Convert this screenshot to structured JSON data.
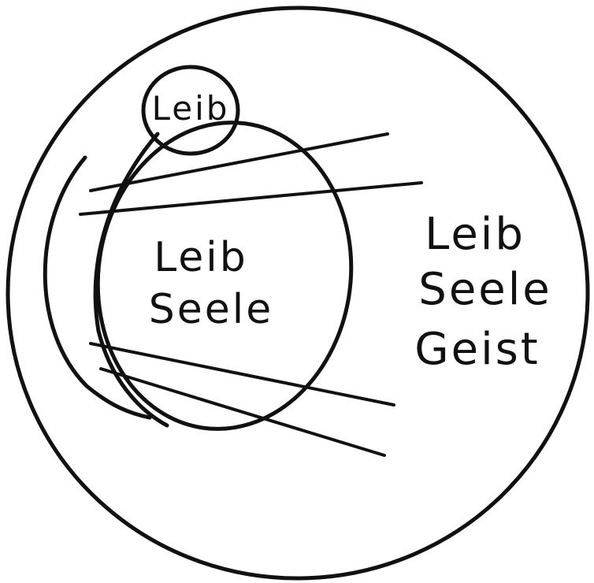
{
  "diagram": {
    "outer_circle": {
      "lines": [
        "Leib",
        "Seele",
        "Geist"
      ]
    },
    "middle_circle": {
      "lines": [
        "Leib",
        "Seele"
      ]
    },
    "small_circle": {
      "lines": [
        "Leib"
      ]
    },
    "ink_color": "#111111",
    "background_color": "#ffffff"
  }
}
